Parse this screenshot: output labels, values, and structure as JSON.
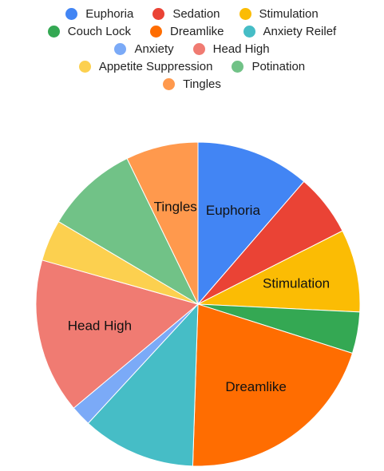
{
  "chart_data": {
    "type": "pie",
    "title": "",
    "legend_position": "top",
    "slices": [
      {
        "name": "Euphoria",
        "value": 11,
        "color": "#4285f4",
        "label": "Euphoria"
      },
      {
        "name": "Sedation",
        "value": 6,
        "color": "#ea4335",
        "label": ""
      },
      {
        "name": "Stimulation",
        "value": 8,
        "color": "#fbbc04",
        "label": "Stimulation"
      },
      {
        "name": "Couch Lock",
        "value": 4,
        "color": "#34a853",
        "label": ""
      },
      {
        "name": "Dreamlike",
        "value": 20,
        "color": "#ff6d01",
        "label": "Dreamlike"
      },
      {
        "name": "Anxiety Reilef",
        "value": 11,
        "color": "#46bdc6",
        "label": ""
      },
      {
        "name": "Anxiety",
        "value": 2,
        "color": "#7baaf7",
        "label": ""
      },
      {
        "name": "Head High",
        "value": 15,
        "color": "#f07b72",
        "label": "Head High"
      },
      {
        "name": "Appetite Suppression",
        "value": 4,
        "color": "#fcd04f",
        "label": ""
      },
      {
        "name": "Potination",
        "value": 9,
        "color": "#71c287",
        "label": ""
      },
      {
        "name": "Tingles",
        "value": 7,
        "color": "#ff994d",
        "label": "Tingles"
      }
    ]
  }
}
